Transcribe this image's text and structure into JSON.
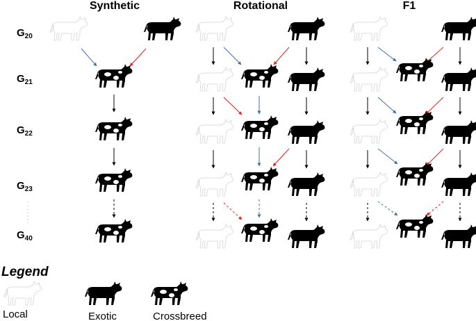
{
  "columns": [
    "Synthetic",
    "Rotational",
    "F1"
  ],
  "generations": [
    {
      "base": "G",
      "sub": "20"
    },
    {
      "base": "G",
      "sub": "21"
    },
    {
      "base": "G",
      "sub": "22"
    },
    {
      "base": "G",
      "sub": "23"
    },
    {
      "base": "G",
      "sub": "40"
    }
  ],
  "legend": {
    "title": "Legend",
    "items": [
      "Local",
      "Exotic",
      "Crossbreed"
    ]
  },
  "colors": {
    "local": "#d4d4d4",
    "exotic": "#000000",
    "arrow_black": "#000000",
    "arrow_red": "#e3201b",
    "arrow_blue": "#3f6e9e"
  }
}
